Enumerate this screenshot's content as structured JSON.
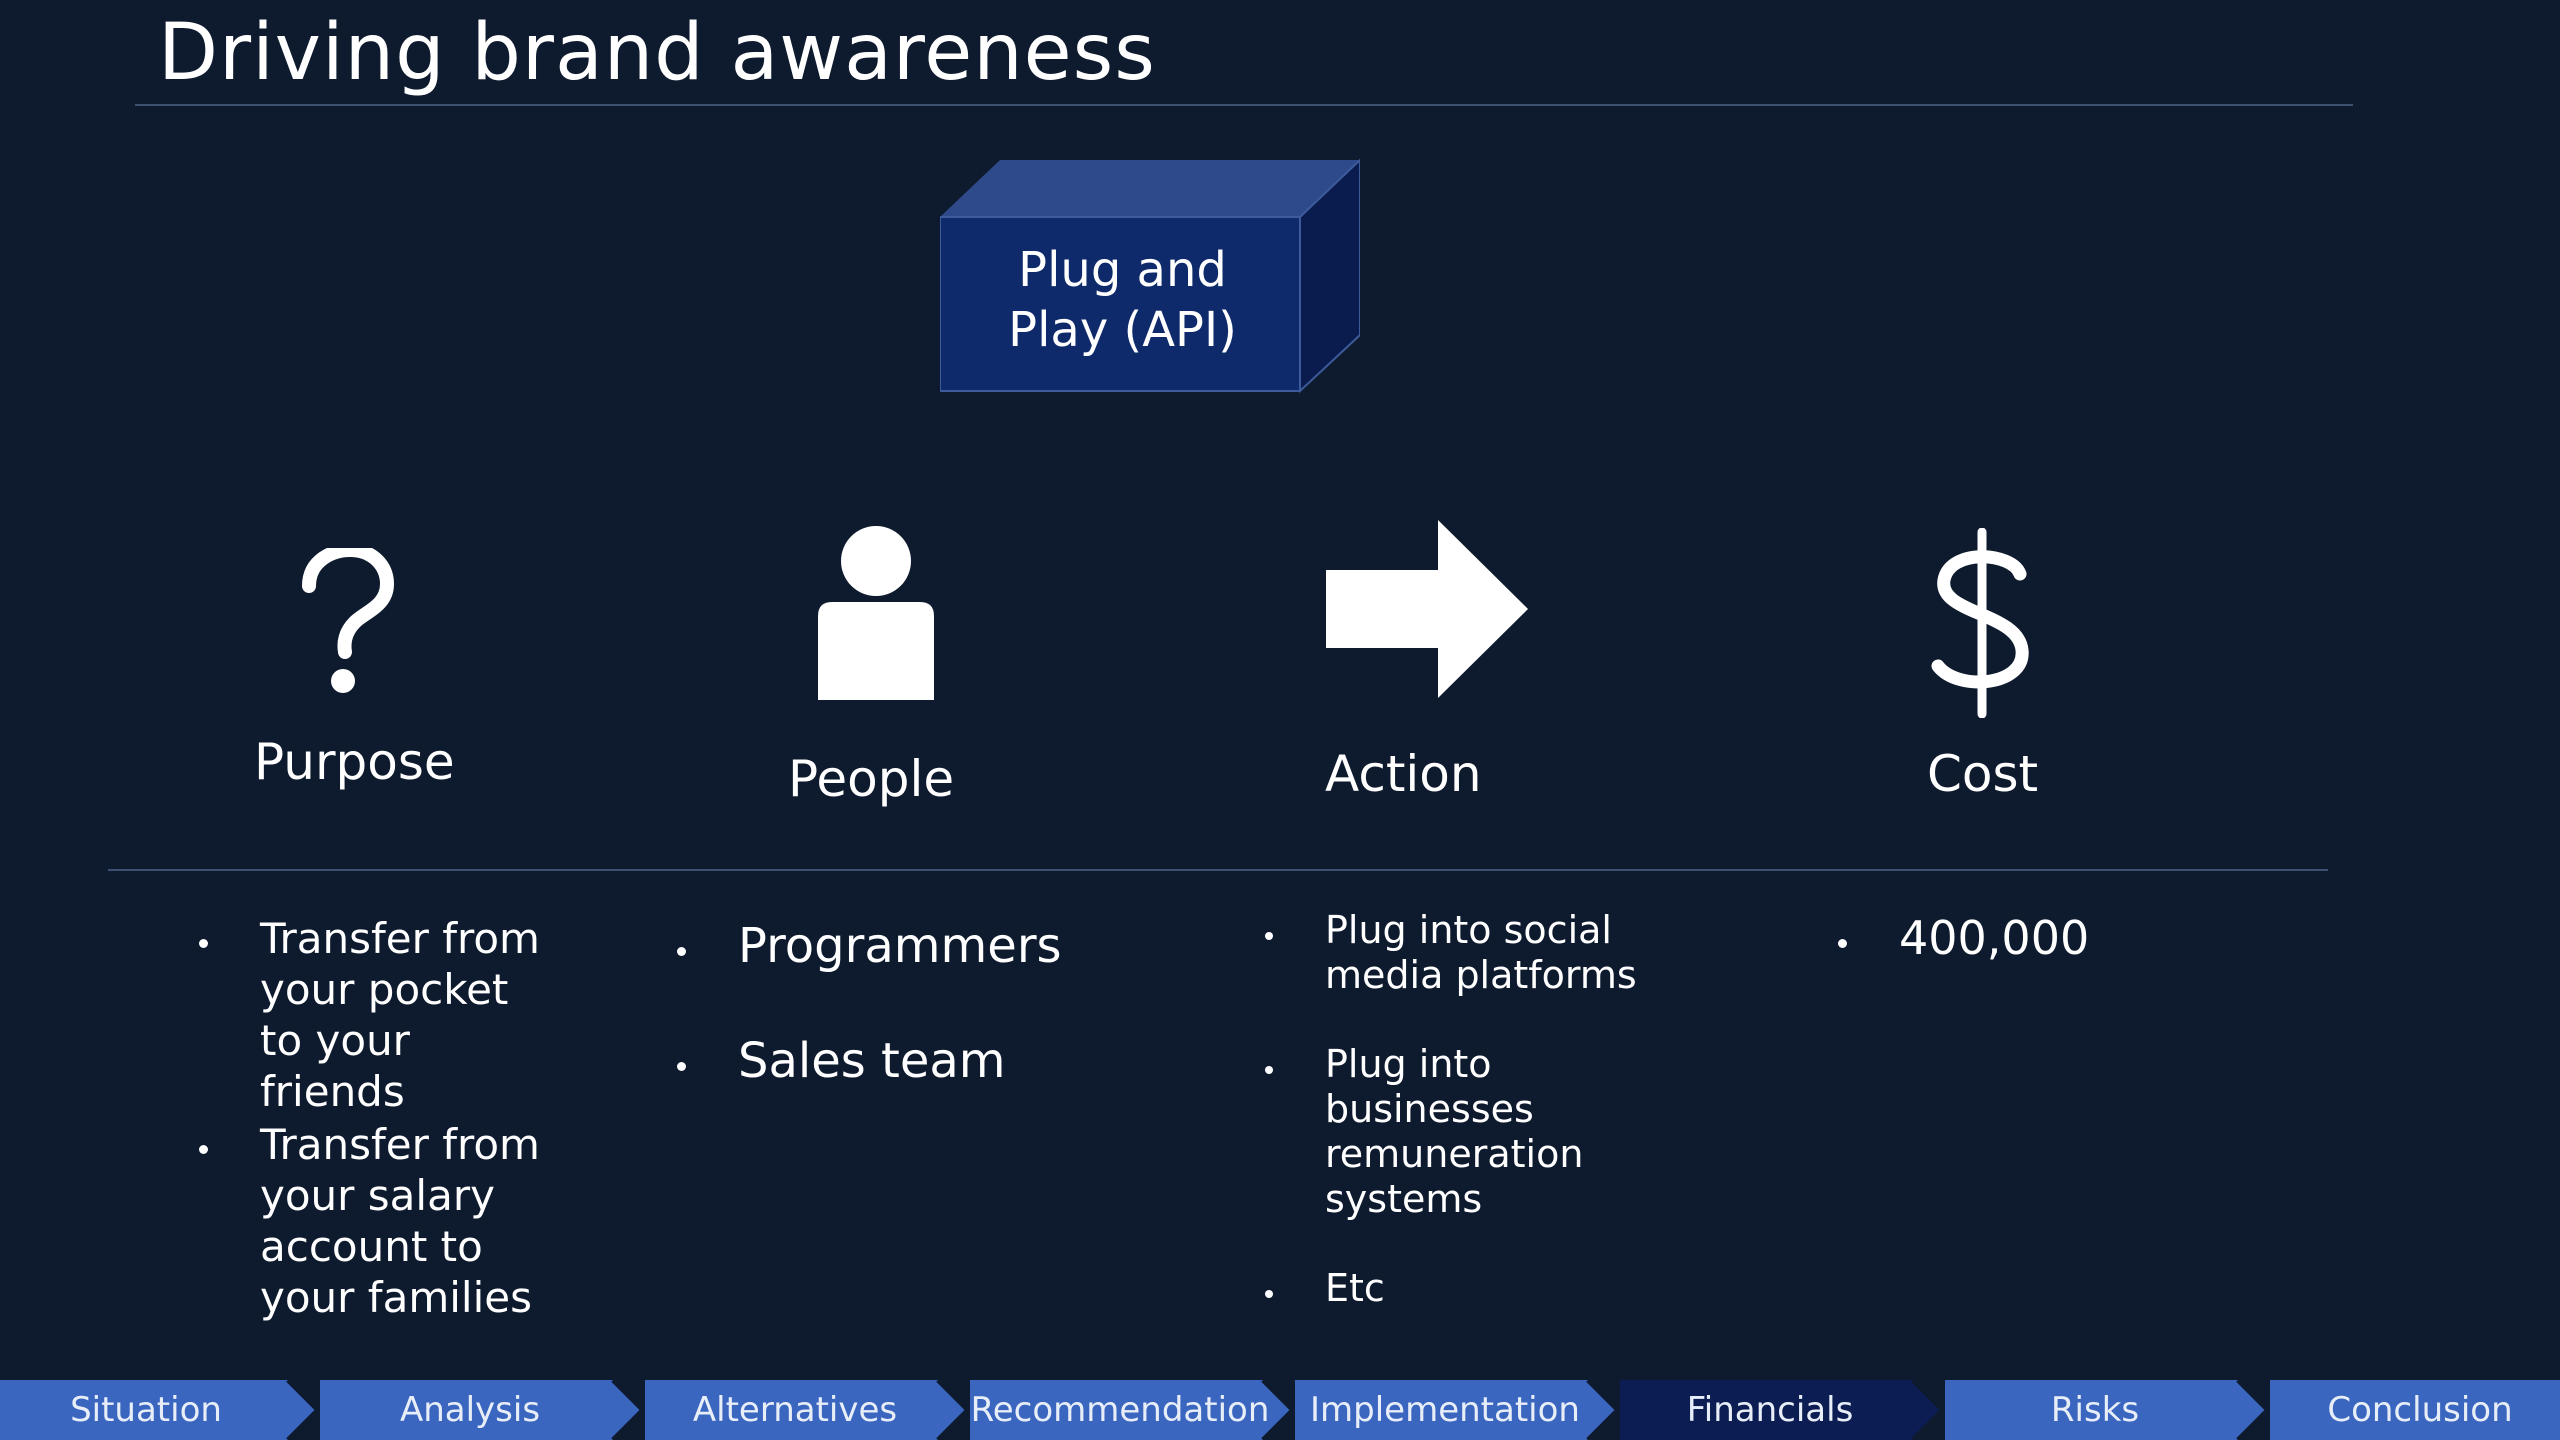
{
  "slide": {
    "title": "Driving brand awareness",
    "central_box": {
      "line1": "Plug and",
      "line2": "Play (API)"
    }
  },
  "columns": [
    {
      "label": "Purpose",
      "icon": "question-mark-icon",
      "bullets": [
        "Transfer from your pocket to your friends",
        "Transfer from your salary account to your families"
      ]
    },
    {
      "label": "People",
      "icon": "person-icon",
      "bullets": [
        "Programmers",
        "Sales team"
      ]
    },
    {
      "label": "Action",
      "icon": "arrow-right-icon",
      "bullets": [
        "Plug into social media platforms",
        "Plug into businesses remuneration systems",
        "Etc"
      ]
    },
    {
      "label": "Cost",
      "icon": "dollar-icon",
      "bullets": [
        "400,000"
      ]
    }
  ],
  "nav": {
    "active": "Financials",
    "items": [
      "Situation",
      "Analysis",
      "Alternatives",
      "Recommendation",
      "Implementation",
      "Financials",
      "Risks",
      "Conclusion"
    ]
  },
  "colors": {
    "background": "#0e1a2e",
    "box_front": "#0f2a6a",
    "box_top": "#2e4a8a",
    "box_side": "#0a1c4e",
    "nav_inactive": "#3a66c0",
    "nav_active": "#0b1d52",
    "divider": "#3d5072"
  }
}
